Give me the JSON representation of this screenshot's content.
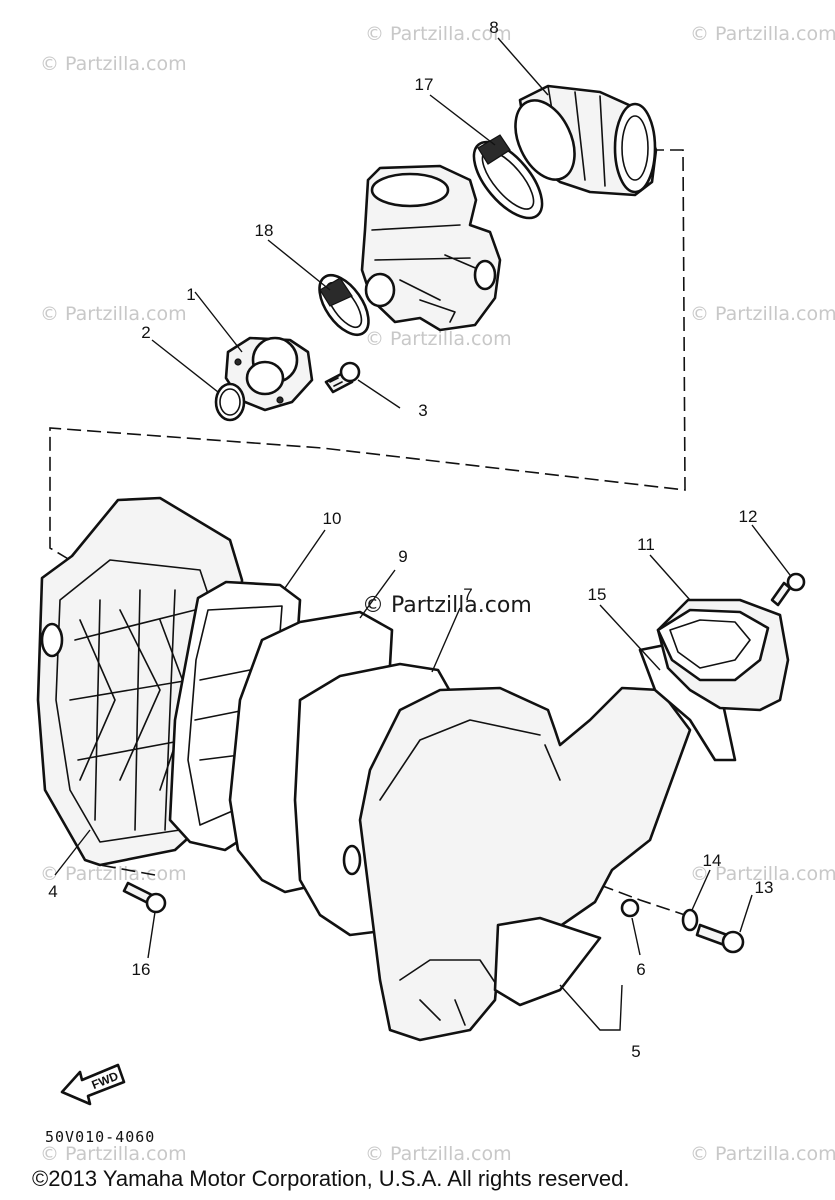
{
  "diagram": {
    "code": "50V010-4060",
    "copyright": "©2013 Yamaha Motor Corporation, U.S.A. All rights reserved.",
    "center_watermark": "© Partzilla.com",
    "watermark": "© Partzilla.com",
    "fwd_label": "FWD",
    "callouts": {
      "c1": "1",
      "c2": "2",
      "c3": "3",
      "c4": "4",
      "c5": "5",
      "c6": "6",
      "c7": "7",
      "c8": "8",
      "c9": "9",
      "c10": "10",
      "c11": "11",
      "c12": "12",
      "c13": "13",
      "c14": "14",
      "c15": "15",
      "c16": "16",
      "c17": "17",
      "c18": "18"
    }
  }
}
